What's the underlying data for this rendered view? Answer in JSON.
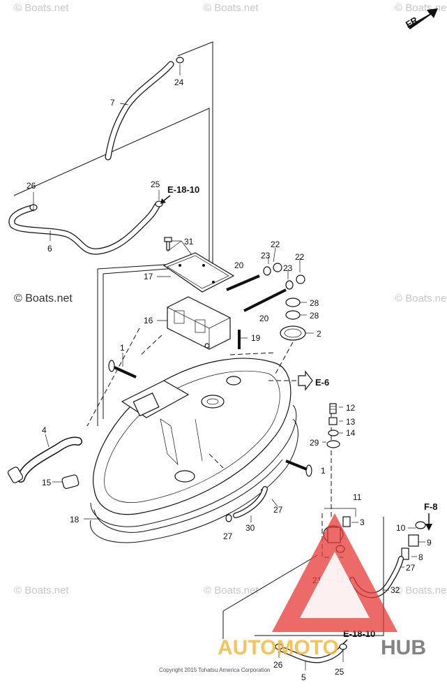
{
  "watermark": {
    "text": "© Boats.net"
  },
  "orientation": {
    "label": "FR."
  },
  "refs": {
    "e1810_top": "E-18-10",
    "e6": "E-6",
    "f8": "F-8",
    "e1810_bottom": "E-18-10"
  },
  "parts": {
    "p1a": "1",
    "p1b": "1",
    "p2": "2",
    "p3": "3",
    "p4": "4",
    "p5": "5",
    "p6": "6",
    "p7": "7",
    "p8": "8",
    "p9": "9",
    "p10": "10",
    "p11": "11",
    "p12": "12",
    "p13": "13",
    "p14": "14",
    "p15": "15",
    "p16": "16",
    "p17": "17",
    "p18": "18",
    "p19": "19",
    "p20a": "20",
    "p20b": "20",
    "p21": "21",
    "p22a": "22",
    "p22b": "22",
    "p23a": "23",
    "p23b": "23",
    "p24": "24",
    "p25a": "25",
    "p25b": "25",
    "p26a": "26",
    "p26b": "26",
    "p27a": "27",
    "p27b": "27",
    "p27c": "27",
    "p28a": "28",
    "p28b": "28",
    "p29": "29",
    "p30": "30",
    "p31": "31",
    "p32": "32"
  },
  "copyright": "Copyright 2015 Tohatsu America Corporation",
  "logo": {
    "part1": "AUTOMOTO",
    "part2": "HUB"
  },
  "colors": {
    "logo_red": "#e53935",
    "logo_yellow": "#f4b942",
    "logo_gray": "#6e6e6e",
    "watermark": "#c8c8c8"
  }
}
